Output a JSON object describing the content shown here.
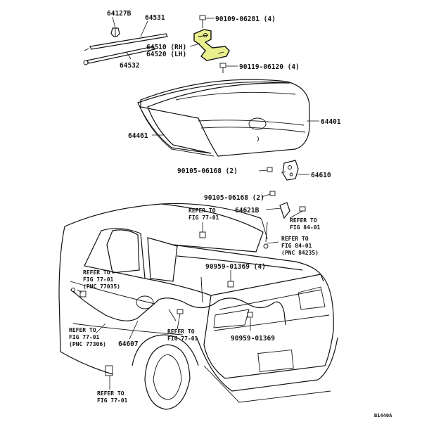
{
  "labels": {
    "p64127b": "64127B",
    "p64531": "64531",
    "p64532": "64532",
    "bolt_top": "90109-06281 (4)",
    "p64510": "64510 (RH)",
    "p64520": "64520 (LH)",
    "bolt_mid": "90119-06120 (4)",
    "p64401": "64401",
    "p64461": "64461",
    "nut_lock": "90105-06168 (2)",
    "p64610": "64610",
    "nut_cyl": "90105-06168 (2)",
    "p64621b": "64621B",
    "p64607": "64607",
    "clamp_4": "90959-01369 (4)",
    "clamp_1": "90959-01369",
    "figure_code": "B1440A"
  },
  "refs": {
    "r1": [
      "REFER TO",
      "FIG 77-01"
    ],
    "r2": [
      "REFER TO",
      "FIG 84-01"
    ],
    "r3": [
      "REFER TO",
      "FIG 84-01",
      "(PNC 84235)"
    ],
    "r4": [
      "REFER TO",
      "FIG 77-01",
      "(PNC 77035)"
    ],
    "r5": [
      "REFER TO",
      "FIG 77-01",
      "(PNC 77306)"
    ],
    "r6": [
      "REFER TO",
      "FIG 77-01"
    ],
    "r7": [
      "REFER TO",
      "FIG 77-01"
    ]
  },
  "colors": {
    "line": "#111111",
    "highlight": "#e9ef8d"
  }
}
